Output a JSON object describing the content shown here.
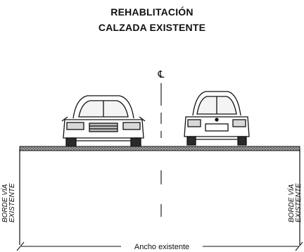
{
  "title": {
    "line1": "REHABLITACIÓN",
    "line2": "CALZADA EXISTENTE"
  },
  "centerline_symbol": "℄",
  "left_edge_label": {
    "line1": "BORDE VÍA",
    "line2": "EXISTENTE"
  },
  "right_edge_label": {
    "line1": "BORDE VÍA",
    "line2": "EXISTENTE"
  },
  "dimension_label": "Ancho existente"
}
